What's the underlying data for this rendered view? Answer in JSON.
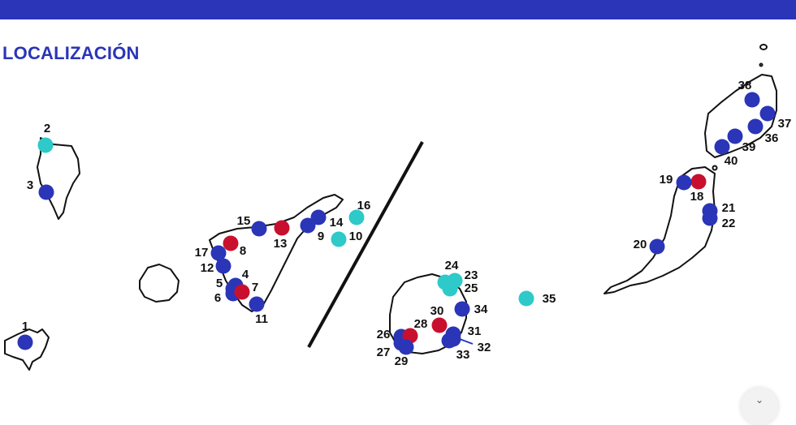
{
  "title": "LOCALIZACIÓN",
  "colors": {
    "header": "#2a35b8",
    "blue": "#2a35b8",
    "red": "#c8102e",
    "cyan": "#2ec9c9"
  },
  "markers": [
    {
      "label": "1",
      "color": "blue"
    },
    {
      "label": "2",
      "color": "cyan"
    },
    {
      "label": "3",
      "color": "blue"
    },
    {
      "label": "4",
      "color": "blue"
    },
    {
      "label": "5",
      "color": "blue"
    },
    {
      "label": "6",
      "color": "blue"
    },
    {
      "label": "7",
      "color": "red"
    },
    {
      "label": "8",
      "color": "red"
    },
    {
      "label": "9",
      "color": "blue"
    },
    {
      "label": "10",
      "color": "cyan"
    },
    {
      "label": "11",
      "color": "blue"
    },
    {
      "label": "12",
      "color": "blue"
    },
    {
      "label": "13",
      "color": "red"
    },
    {
      "label": "14",
      "color": "blue"
    },
    {
      "label": "15",
      "color": "blue"
    },
    {
      "label": "16",
      "color": "cyan"
    },
    {
      "label": "17",
      "color": "blue"
    },
    {
      "label": "18",
      "color": "red"
    },
    {
      "label": "19",
      "color": "blue"
    },
    {
      "label": "20",
      "color": "blue"
    },
    {
      "label": "21",
      "color": "blue"
    },
    {
      "label": "22",
      "color": "blue"
    },
    {
      "label": "23",
      "color": "cyan"
    },
    {
      "label": "24",
      "color": "cyan"
    },
    {
      "label": "25",
      "color": "cyan"
    },
    {
      "label": "26",
      "color": "blue"
    },
    {
      "label": "27",
      "color": "blue"
    },
    {
      "label": "28",
      "color": "red"
    },
    {
      "label": "29",
      "color": "blue"
    },
    {
      "label": "30",
      "color": "red"
    },
    {
      "label": "31",
      "color": "blue"
    },
    {
      "label": "32",
      "color": "blue"
    },
    {
      "label": "33",
      "color": "blue"
    },
    {
      "label": "34",
      "color": "blue"
    },
    {
      "label": "35",
      "color": "cyan"
    },
    {
      "label": "36",
      "color": "blue"
    },
    {
      "label": "37",
      "color": "blue"
    },
    {
      "label": "38",
      "color": "blue"
    },
    {
      "label": "39",
      "color": "blue"
    },
    {
      "label": "40",
      "color": "blue"
    }
  ]
}
